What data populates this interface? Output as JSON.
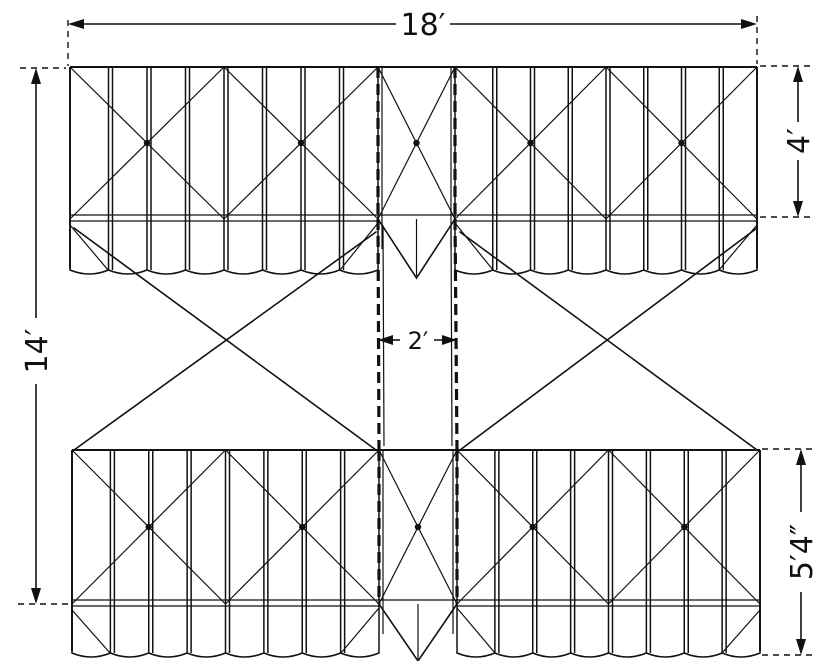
{
  "dimensions": {
    "span": "18′",
    "gap": "14′",
    "upper_chord": "4′",
    "lower_chord": "5′4″",
    "center_bay": "2′"
  }
}
